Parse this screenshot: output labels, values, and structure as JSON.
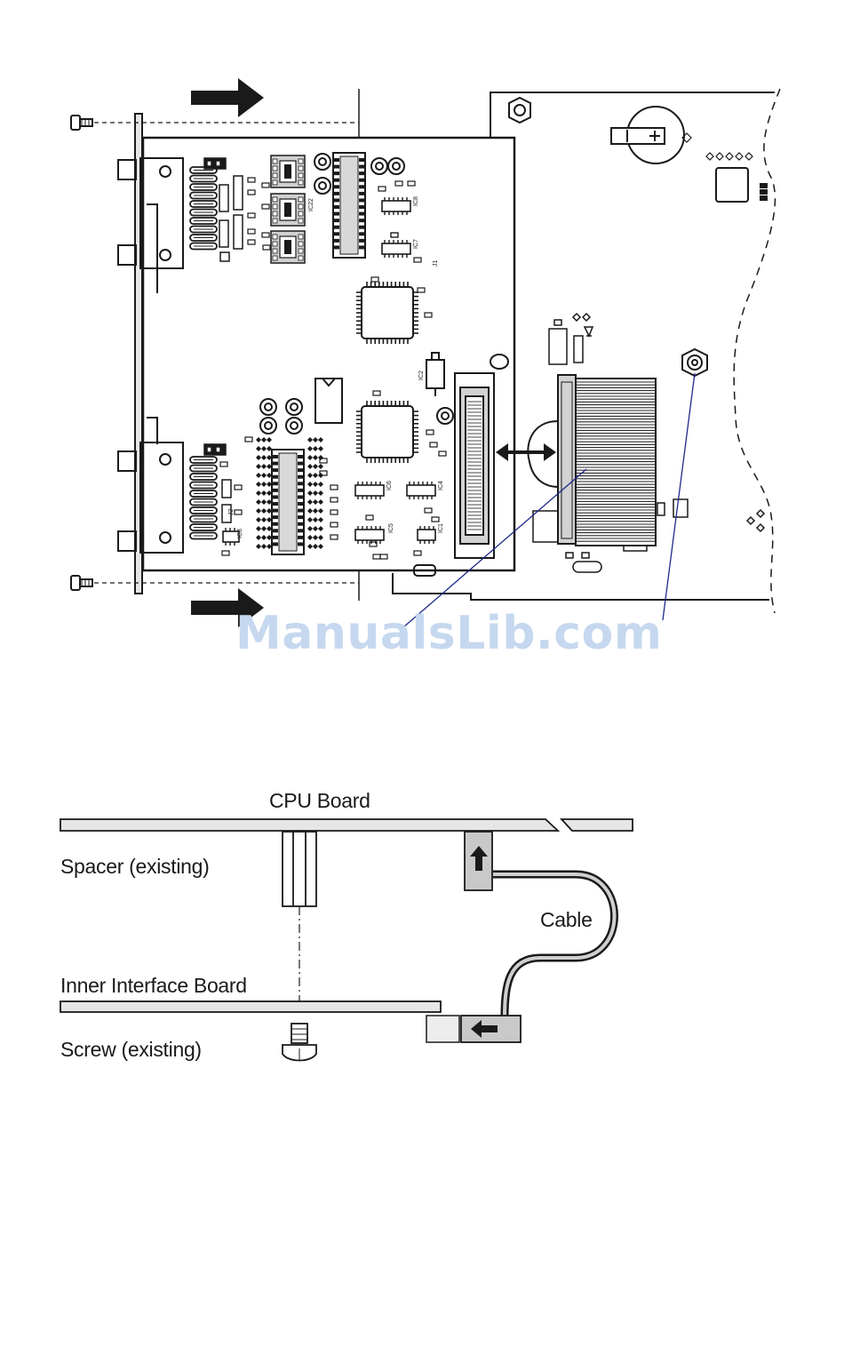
{
  "watermark": "ManualsLib.com",
  "diagram": {
    "cpu_board_label": "CPU Board",
    "spacer_label": "Spacer (existing)",
    "cable_label": "Cable",
    "inner_board_label": "Inner Interface Board",
    "screw_label": "Screw (existing)"
  },
  "ic_labels": [
    "IC8",
    "IC22",
    "IC7",
    "IC2",
    "IC6",
    "IC4",
    "IC5",
    "IC1",
    "IC3",
    "J1",
    "J2"
  ],
  "colors": {
    "ink": "#1a1a1a",
    "board_fill": "#ffffff",
    "panel_fill": "#e6e6e6",
    "connector_fill": "#c9c9c9",
    "pointer_line": "#1f2a8a",
    "watermark": "#c6d8ef"
  }
}
